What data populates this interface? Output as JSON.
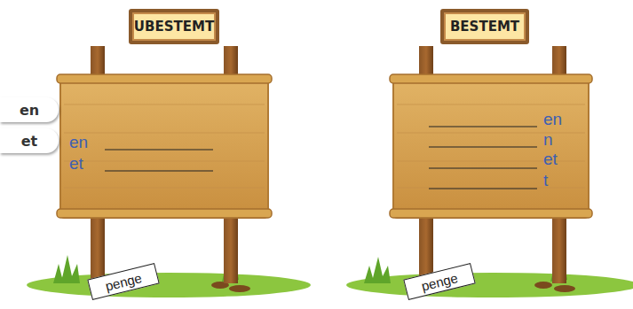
{
  "diagram": {
    "nodes": [
      {
        "text": [
          "UBESTEMT"
        ]
      },
      {
        "text": [
          "en"
        ]
      },
      {
        "text": [
          "et"
        ]
      },
      {
        "text": [
          "en",
          "et"
        ]
      },
      {
        "text": [
          "penge"
        ]
      },
      {
        "text": [
          "BESTEMT"
        ]
      },
      {
        "text": [
          "en",
          "n",
          "et",
          "t"
        ]
      },
      {
        "text": [
          "penge"
        ]
      }
    ]
  }
}
